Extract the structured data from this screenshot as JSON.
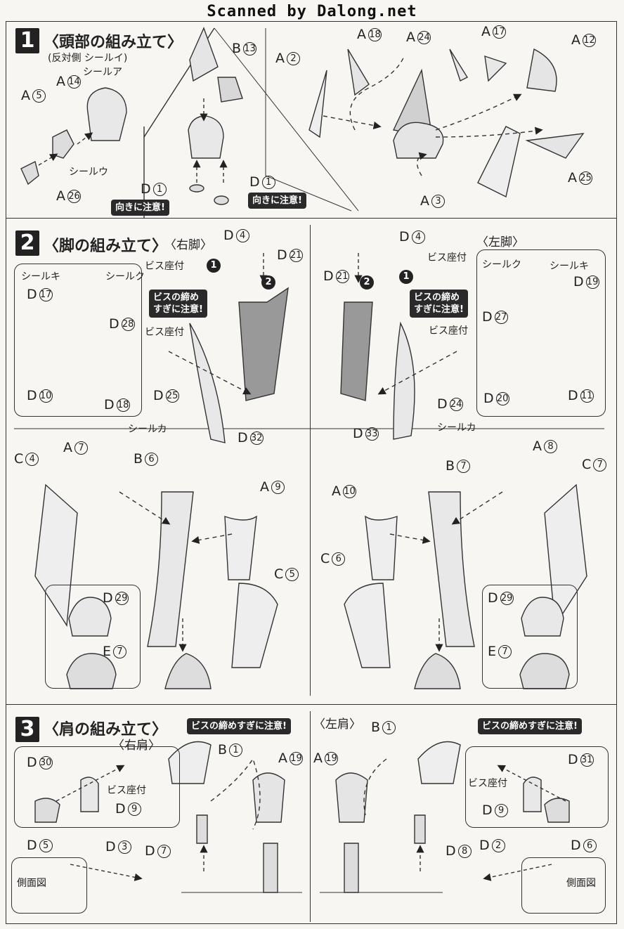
{
  "watermark": "Scanned by Dalong.net",
  "step1": {
    "num": "1",
    "title": "〈頭部の組み立て〉",
    "note": "(反対側 シール",
    "note_seal": "イ",
    "note_end": ")",
    "seal_a": "シール",
    "seal_a_mark": "ア",
    "seal_u": "シール",
    "seal_u_mark": "ウ",
    "parts": {
      "a5": "A",
      "a5n": "5",
      "a14": "A",
      "a14n": "14",
      "a26": "A",
      "a26n": "26",
      "b13": "B",
      "b13n": "13",
      "d1a": "D",
      "d1an": "1",
      "d1b": "D",
      "d1bn": "1",
      "a2": "A",
      "a2n": "2",
      "a18": "A",
      "a18n": "18",
      "a24": "A",
      "a24n": "24",
      "a17": "A",
      "a17n": "17",
      "a12": "A",
      "a12n": "12",
      "a25": "A",
      "a25n": "25",
      "a3": "A",
      "a3n": "3"
    },
    "warn1": "向きに注意!",
    "warn2": "向きに注意!"
  },
  "step2": {
    "num": "2",
    "title": "〈脚の組み立て〉",
    "right": "〈右脚〉",
    "left": "〈左脚〉",
    "screw_seat": "ビス座付",
    "warn_screw": "ビスの締め\nすぎに注意!",
    "seal_ki": "シール",
    "seal_ki_mark": "キ",
    "seal_ku": "シール",
    "seal_ku_mark": "ク",
    "seal_ka": "シール",
    "seal_ka_mark": "カ",
    "parts_right": {
      "d4": "4",
      "d21": "21",
      "d17": "17",
      "d28": "28",
      "d10": "10",
      "d18": "18",
      "d25": "25",
      "d32": "32",
      "c4": "4",
      "a7": "7",
      "b6": "6",
      "a9": "9",
      "c5": "5",
      "d29": "29",
      "e7": "7"
    },
    "parts_left": {
      "d4": "4",
      "d21": "21",
      "d19": "19",
      "d27": "27",
      "d20": "20",
      "d11": "11",
      "d24": "24",
      "d33": "33",
      "a10": "10",
      "b7": "7",
      "a8": "8",
      "c7": "7",
      "c6": "6",
      "d29": "29",
      "e7": "7"
    }
  },
  "step3": {
    "num": "3",
    "title": "〈肩の組み立て〉",
    "right": "〈右肩〉",
    "left": "〈左肩〉",
    "warn": "ビスの締めすぎに注意!",
    "screw_seat": "ビス座付",
    "side_view": "側面図",
    "parts_right": {
      "d30": "30",
      "d9": "9",
      "b1": "1",
      "a19": "19",
      "d5": "5",
      "d3": "3",
      "d7": "7"
    },
    "parts_left": {
      "a19": "19",
      "b1": "1",
      "d31": "31",
      "d9": "9",
      "d8": "8",
      "d2": "2",
      "d6": "6"
    }
  },
  "colors": {
    "ink": "#222222",
    "paper": "#f7f6f3",
    "tint": "#cfcfcf"
  }
}
